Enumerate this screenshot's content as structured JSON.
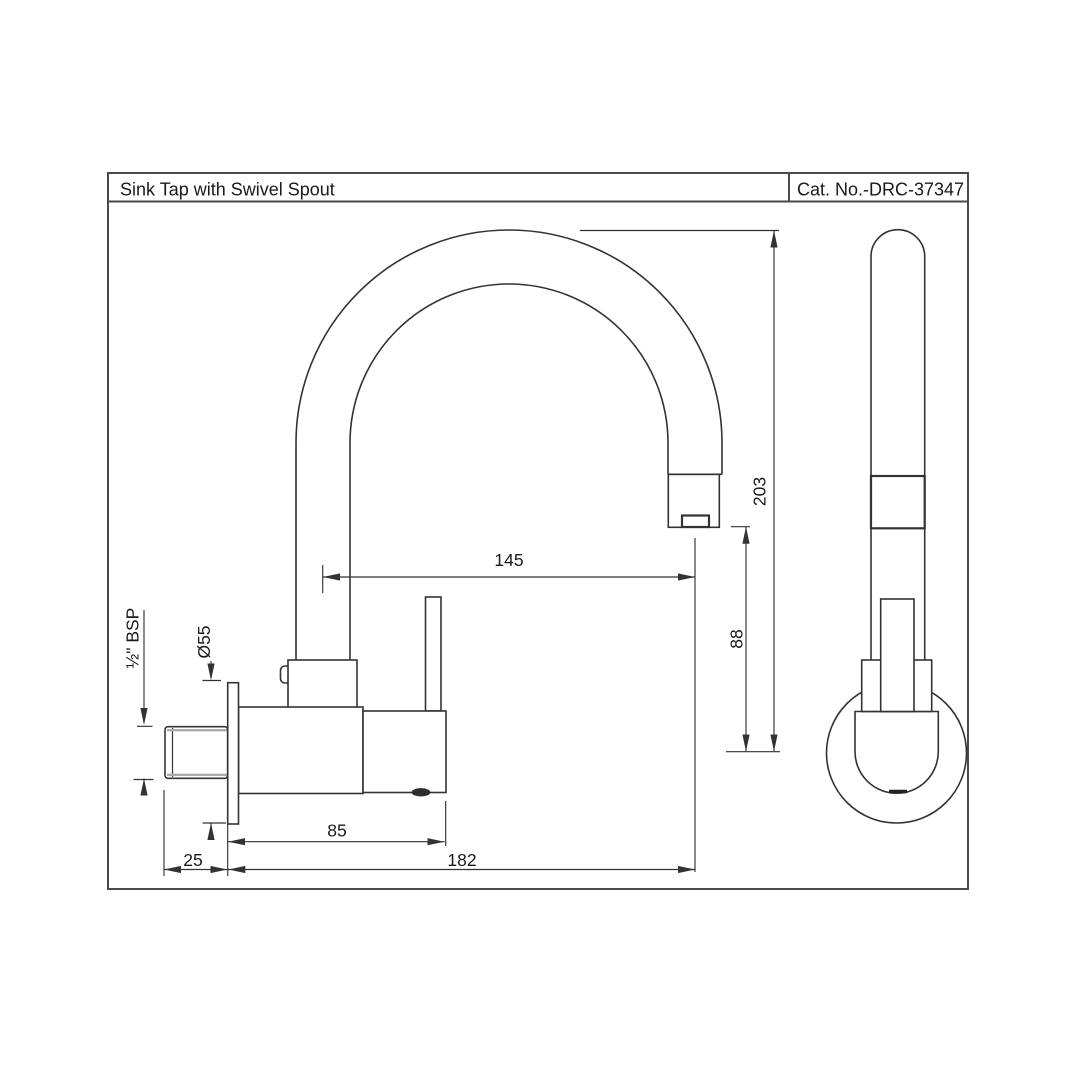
{
  "title_block": {
    "title": "Sink Tap with Swivel Spout",
    "catalog_number": "Cat. No.-DRC-37347"
  },
  "dimensions": {
    "spout_reach": "145",
    "spout_height": "203",
    "outlet_clearance": "88",
    "body_length": "85",
    "total_projection": "182",
    "wall_offset": "25",
    "flange_diameter": "Ø55",
    "inlet_thread": "½\" BSP"
  },
  "colors": {
    "line": "#333333",
    "frame": "#4a4a4a",
    "text": "#1a1a1a",
    "background": "#ffffff"
  }
}
